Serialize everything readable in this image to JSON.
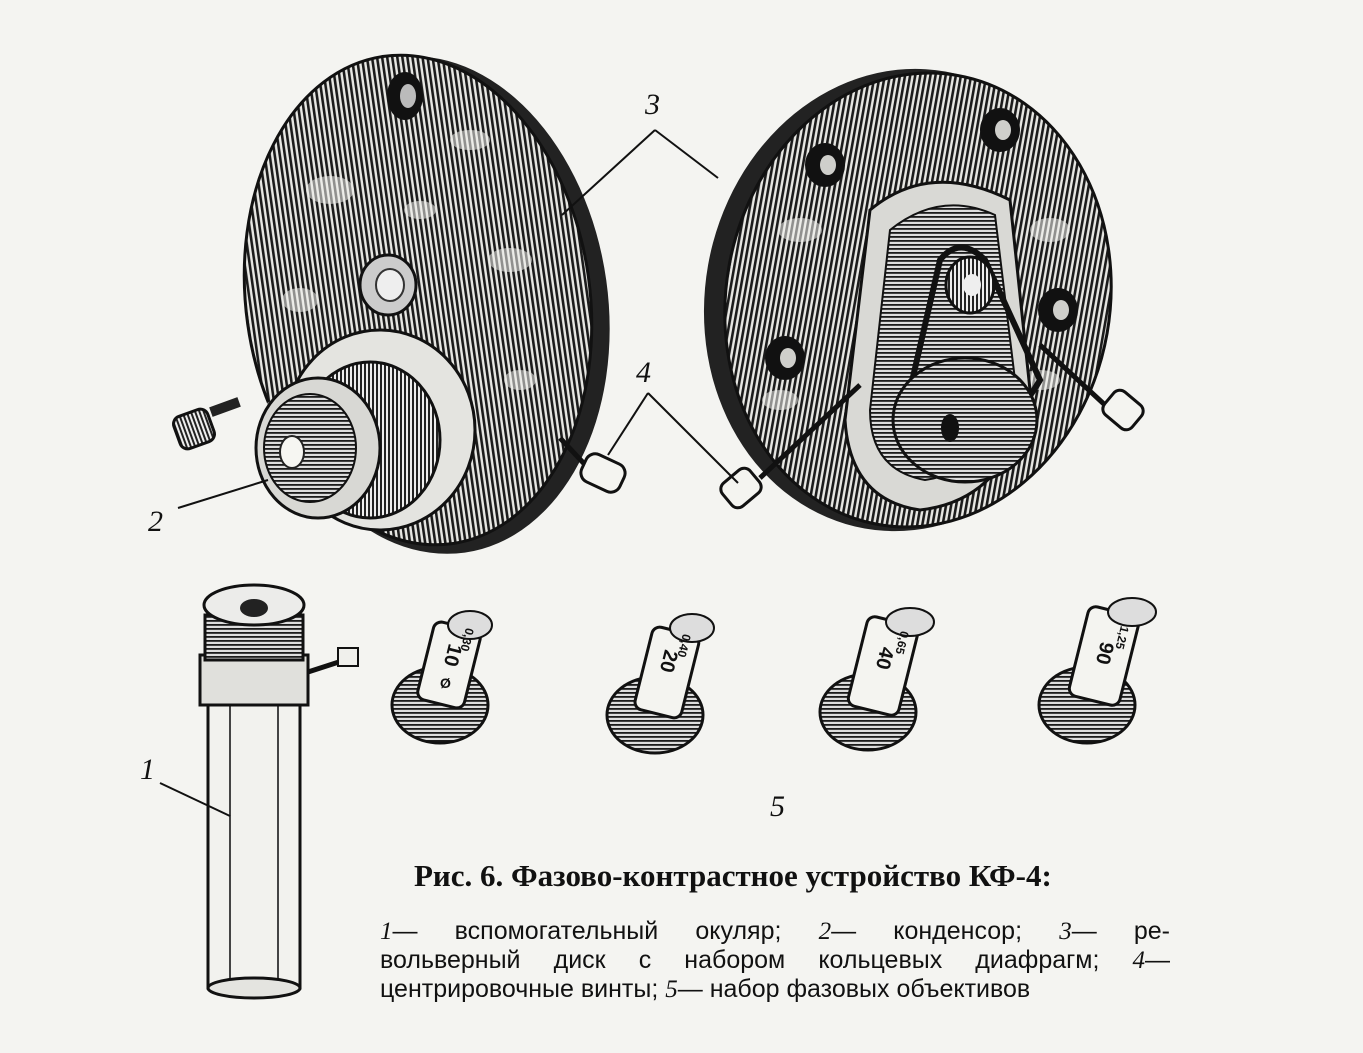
{
  "figure": {
    "labels": {
      "eyepiece": "1",
      "condenser": "2",
      "revolver_disc": "3",
      "centering_screws": "4",
      "phase_objectives": "5"
    },
    "objectives": [
      {
        "mag": "10",
        "aperture": "0,30"
      },
      {
        "mag": "20",
        "aperture": "0,40"
      },
      {
        "mag": "40",
        "aperture": "0,65"
      },
      {
        "mag": "90",
        "aperture": "1,25"
      }
    ],
    "objective_prefix": "Ø"
  },
  "caption": {
    "title": "Рис. 6. Фазово-контрастное устройство КФ-4:",
    "line1": [
      {
        "n": "1",
        "t": "— вспомогательный окуляр;"
      },
      {
        "n": "2",
        "t": "— конденсор;"
      },
      {
        "n": "3",
        "t": "— ре-"
      }
    ],
    "line2": [
      {
        "t": "вольверный диск с набором кольцевых диафрагм;"
      },
      {
        "n": "4",
        "t": "—"
      }
    ],
    "line3": [
      {
        "t": "центрировочные винты;"
      },
      {
        "n": "5",
        "t": "— набор фазовых объективов"
      }
    ]
  }
}
